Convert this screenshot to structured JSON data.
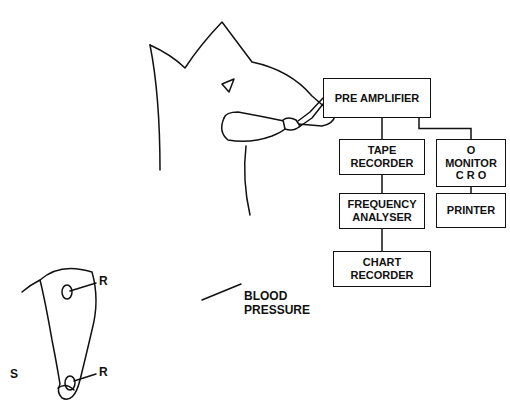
{
  "diagram": {
    "nodes": [
      {
        "text": [
          "PRE AMPLIFIER"
        ]
      },
      {
        "text": [
          "TAPE RECORDER"
        ]
      },
      {
        "text": [
          "O MONITOR C R O"
        ]
      },
      {
        "text": [
          "FREQUENCY ANALYSER"
        ]
      },
      {
        "text": [
          "PRINTER"
        ]
      },
      {
        "text": [
          "CHART RECORDER"
        ]
      }
    ],
    "edges": [
      {
        "from": 0,
        "to": 1,
        "arrow": "none"
      },
      {
        "from": 0,
        "to": 2,
        "arrow": "none"
      },
      {
        "from": 1,
        "to": 3,
        "arrow": "none"
      },
      {
        "from": 2,
        "to": 4,
        "arrow": "none"
      },
      {
        "from": 3,
        "to": 5,
        "arrow": "none"
      }
    ],
    "labels": [
      "BLOOD PRESSURE",
      "R",
      "R",
      "S"
    ]
  }
}
